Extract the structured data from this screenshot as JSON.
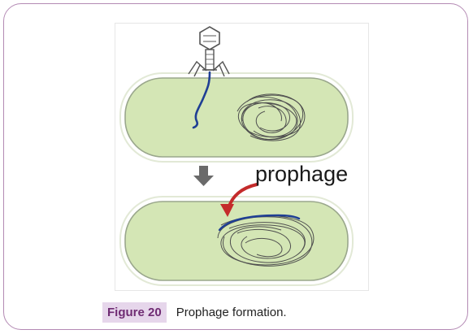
{
  "figure": {
    "annotation": "prophage",
    "caption_label": "Figure 20",
    "caption_text": "Prophage formation.",
    "colors": {
      "frame_border": "#b48ab4",
      "cell_fill": "#d4e6b5",
      "cell_outline": "#9aa78c",
      "chromosome": "#4f4f4f",
      "phage_dna": "#1f3f94",
      "arrow_red": "#c42b2b",
      "arrow_gray": "#6a6a6a",
      "caption_label_bg": "#e6d6eb",
      "caption_label_text": "#6f2b73"
    }
  }
}
